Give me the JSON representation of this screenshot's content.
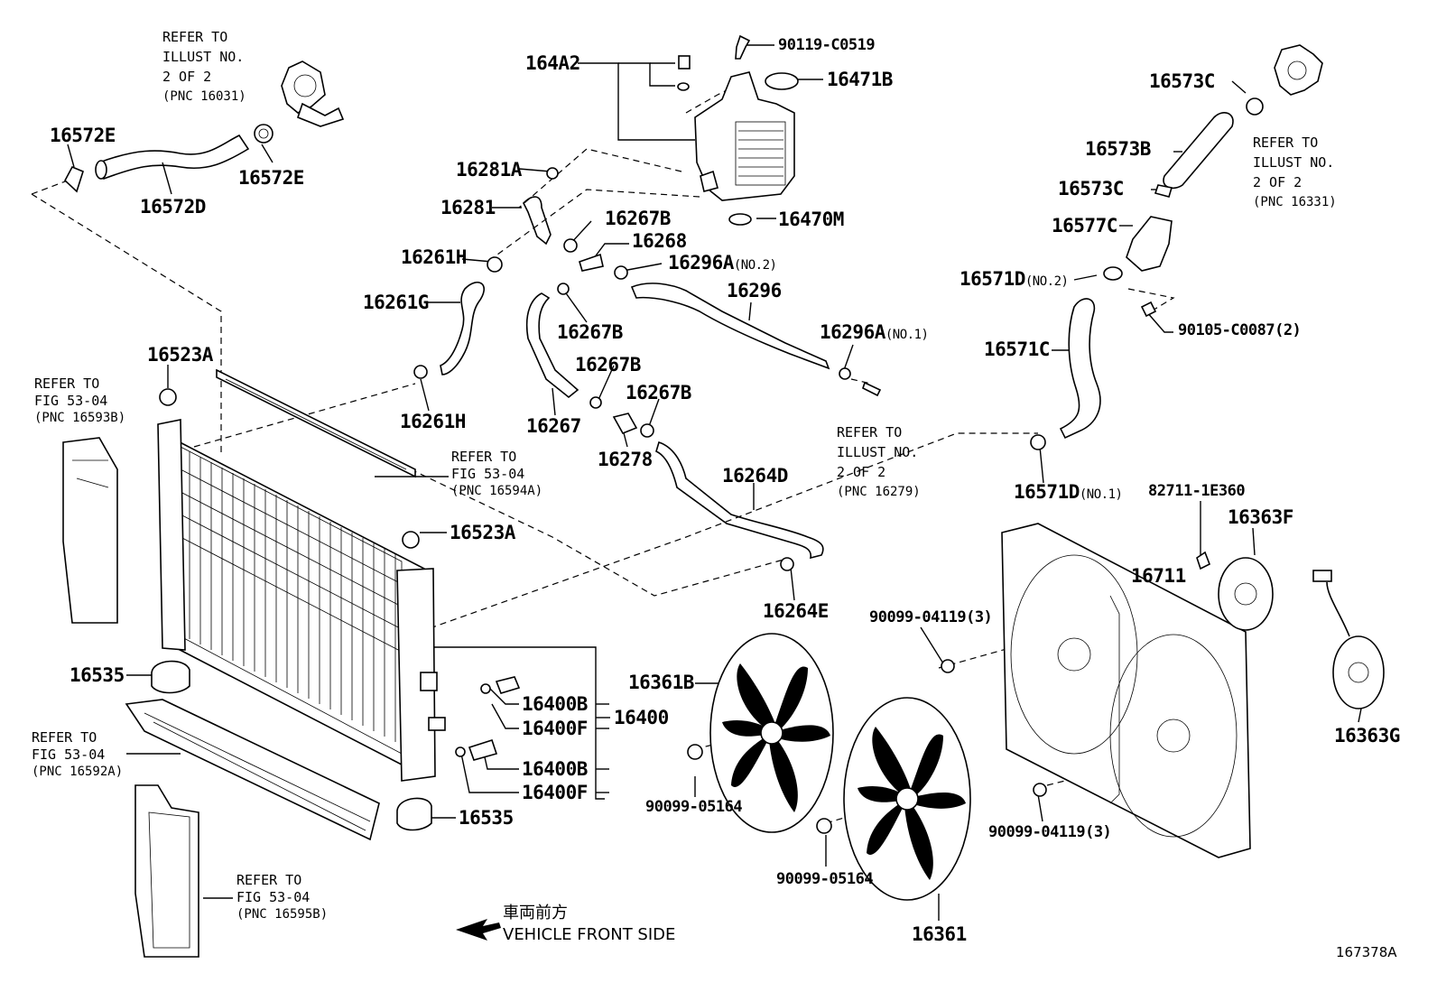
{
  "parts": {
    "p164A2": "164A2",
    "p90119C0519": "90119-C0519",
    "p16471B": "16471B",
    "p16573C_a": "16573C",
    "p16573B": "16573B",
    "p16573C_b": "16573C",
    "p16577C": "16577C",
    "p16571D_2": "16571D",
    "p16571D_2_note": "(NO.2)",
    "p90105C0087": "90105-C0087(2)",
    "p16571C": "16571C",
    "p16571D_1": "16571D",
    "p16571D_1_note": "(NO.1)",
    "p82711_1E360": "82711-1E360",
    "p16363F": "16363F",
    "p16711": "16711",
    "p90099_04119_a": "90099-04119(3)",
    "p16363G": "16363G",
    "p90099_04119_b": "90099-04119(3)",
    "p16572E_a": "16572E",
    "p16572E_b": "16572E",
    "p16572D": "16572D",
    "p16281A": "16281A",
    "p16281": "16281",
    "p16267B_a": "16267B",
    "p16268": "16268",
    "p16261H_a": "16261H",
    "p16296A_2": "16296A",
    "p16296A_2_note": "(NO.2)",
    "p16261G": "16261G",
    "p16296": "16296",
    "p16267B_b": "16267B",
    "p16296A_1": "16296A",
    "p16296A_1_note": "(NO.1)",
    "p16470M": "16470M",
    "p16523A_a": "16523A",
    "p16267B_c": "16267B",
    "p16267B_d": "16267B",
    "p16261H_b": "16261H",
    "p16267": "16267",
    "p16278": "16278",
    "p16264D": "16264D",
    "p16523A_b": "16523A",
    "p16264E": "16264E",
    "p16535_a": "16535",
    "p16400B_a": "16400B",
    "p16400F_a": "16400F",
    "p16400": "16400",
    "p16400B_b": "16400B",
    "p16400F_b": "16400F",
    "p16535_b": "16535",
    "p16361B": "16361B",
    "p90099_05164_a": "90099-05164",
    "p90099_05164_b": "90099-05164",
    "p16361": "16361"
  },
  "references": {
    "ref_16031": {
      "l1": "REFER TO",
      "l2": "ILLUST NO.",
      "l3": "2 OF 2",
      "l4": "(PNC 16031)"
    },
    "ref_16331": {
      "l1": "REFER TO",
      "l2": "ILLUST NO.",
      "l3": "2 OF 2",
      "l4": "(PNC 16331)"
    },
    "ref_16593B": {
      "l1": "REFER TO",
      "l2": "FIG 53-04",
      "l3": "(PNC 16593B)"
    },
    "ref_16594A": {
      "l1": "REFER TO",
      "l2": "FIG 53-04",
      "l3": "(PNC 16594A)"
    },
    "ref_16279": {
      "l1": "REFER TO",
      "l2": "ILLUST NO.",
      "l3": "2 OF 2",
      "l4": "(PNC 16279)"
    },
    "ref_16592A": {
      "l1": "REFER TO",
      "l2": "FIG 53-04",
      "l3": "(PNC 16592A)"
    },
    "ref_16595B": {
      "l1": "REFER TO",
      "l2": "FIG 53-04",
      "l3": "(PNC 16595B)"
    }
  },
  "direction": {
    "japanese": "車両前方",
    "english": "VEHICLE FRONT SIDE",
    "arrow_icon": "arrow-left-icon"
  },
  "illustration_code": "167378A",
  "colors": {
    "line": "#000000",
    "background": "#ffffff"
  }
}
